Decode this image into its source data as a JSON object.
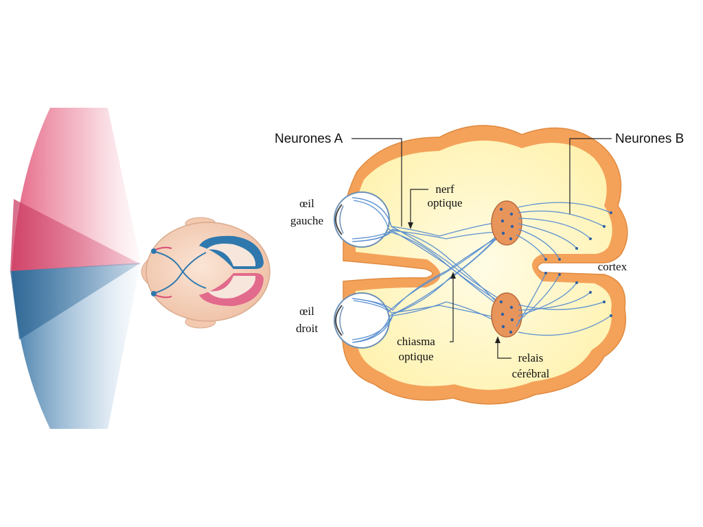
{
  "labels": {
    "neurones_a": "Neurones A",
    "neurones_b": "Neurones B",
    "oeil_gauche_1": "œil",
    "oeil_gauche_2": "gauche",
    "oeil_droit_1": "œil",
    "oeil_droit_2": "droit",
    "nerf_1": "nerf",
    "nerf_2": "optique",
    "chiasma_1": "chiasma",
    "chiasma_2": "optique",
    "relais_1": "relais",
    "relais_2": "cérébral",
    "cortex": "cortex"
  },
  "colors": {
    "left_field": "#e0486e",
    "right_field": "#2f78ad",
    "brain_fill": "#fff6c2",
    "cortex_rim": "#f4a25a",
    "fiber": "#5a8fd0",
    "relay": "#e8955c",
    "head_skin": "#f6d2bc"
  }
}
